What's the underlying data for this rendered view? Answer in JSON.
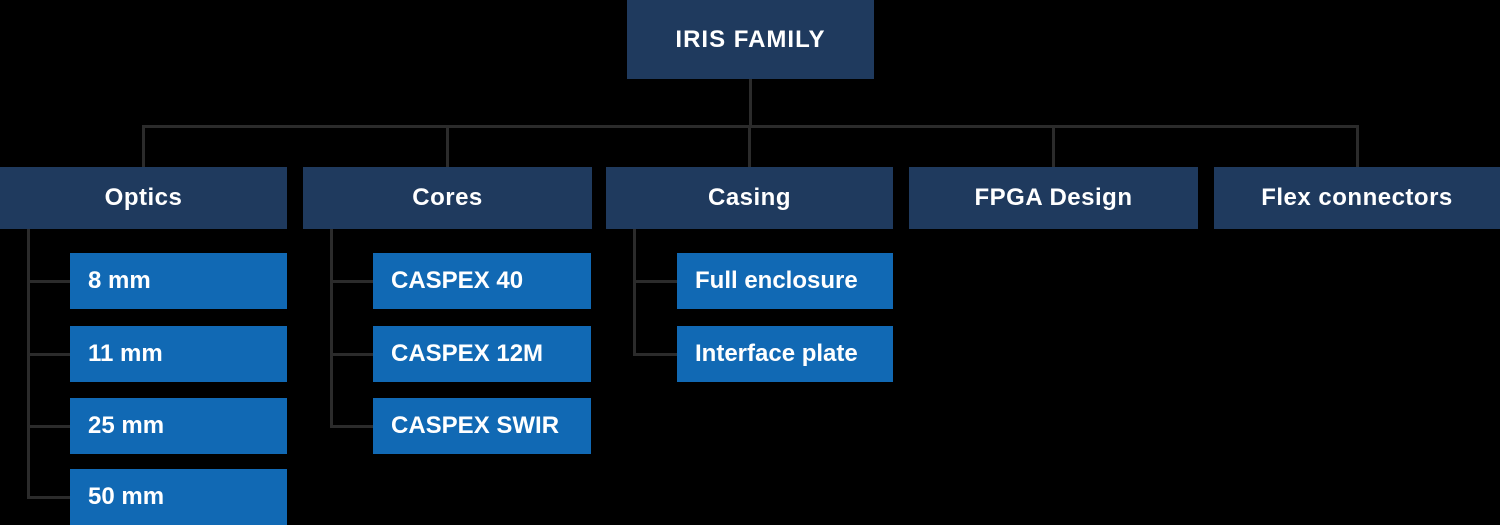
{
  "diagram": {
    "type": "org-tree",
    "root": {
      "label": "IRIS FAMILY"
    },
    "columns": [
      {
        "label": "Optics",
        "children": [
          {
            "label": "8 mm"
          },
          {
            "label": "11 mm"
          },
          {
            "label": "25 mm"
          },
          {
            "label": "50 mm"
          }
        ]
      },
      {
        "label": "Cores",
        "children": [
          {
            "label": "CASPEX 40"
          },
          {
            "label": "CASPEX 12M"
          },
          {
            "label": "CASPEX SWIR"
          }
        ]
      },
      {
        "label": "Casing",
        "children": [
          {
            "label": "Full enclosure"
          },
          {
            "label": "Interface plate"
          }
        ]
      },
      {
        "label": "FPGA Design",
        "children": []
      },
      {
        "label": "Flex connectors",
        "children": []
      }
    ],
    "colors": {
      "background": "#000000",
      "parent_box": "#1F3A5E",
      "child_box": "#1169B4",
      "connector": "#2B2B2B",
      "text": "#FFFFFF"
    }
  }
}
